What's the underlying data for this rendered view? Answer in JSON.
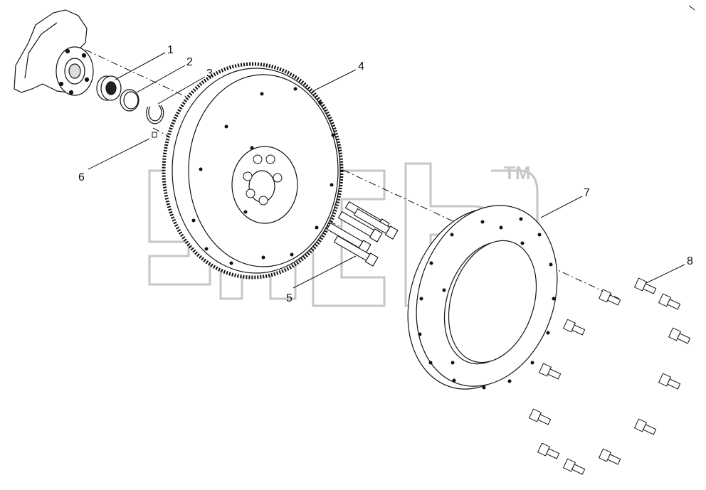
{
  "diagram": {
    "type": "exploded-parts-view",
    "callouts": [
      "1",
      "2",
      "3",
      "4",
      "5",
      "6",
      "7",
      "8"
    ],
    "watermark": {
      "trademark": "TM"
    },
    "colors": {
      "line": "#111111",
      "watermark": "#c8c8c8",
      "background": "#ffffff"
    }
  }
}
